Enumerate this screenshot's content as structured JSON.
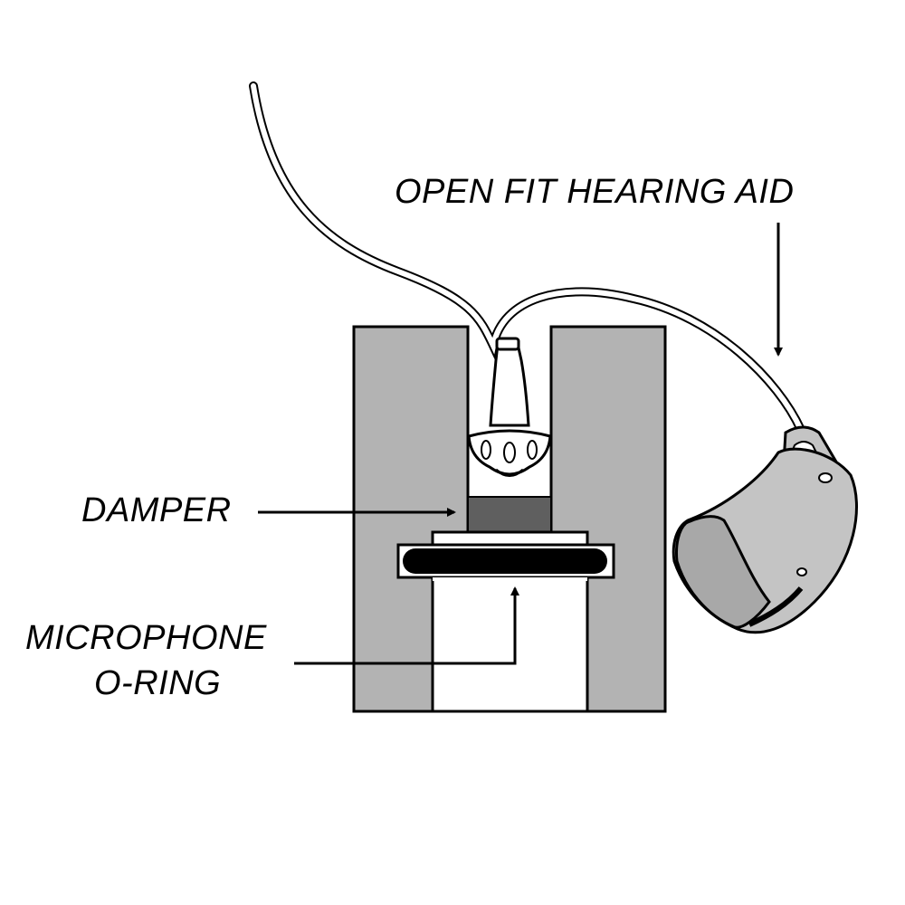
{
  "labels": {
    "hearing_aid": "OPEN FIT HEARING AID",
    "damper": "DAMPER",
    "microphone": "MICROPHONE",
    "o_ring": "O-RING"
  },
  "colors": {
    "outline": "#000000",
    "coupler_body": "#b3b3b3",
    "damper": "#5f5f5f",
    "o_ring": "#000000",
    "hearing_aid_shell": "#c4c4c4",
    "background": "#ffffff"
  }
}
